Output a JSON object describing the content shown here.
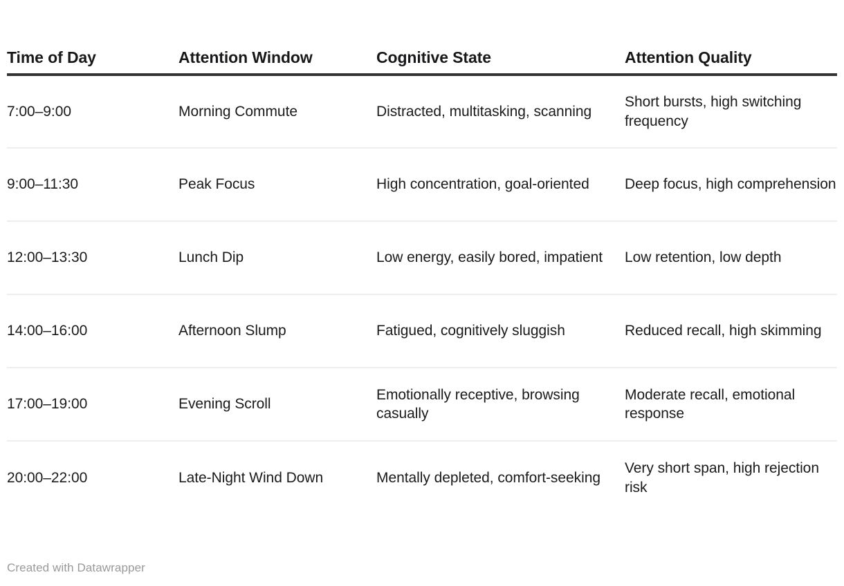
{
  "chart_data": {
    "type": "table",
    "title": "",
    "columns": [
      "Time of Day",
      "Attention Window",
      "Cognitive State",
      "Attention Quality"
    ],
    "rows": [
      [
        "7:00–9:00",
        "Morning Commute",
        "Distracted, multitasking, scanning",
        "Short bursts, high switching frequency"
      ],
      [
        "9:00–11:30",
        "Peak Focus",
        "High concentration, goal-oriented",
        "Deep focus, high comprehension"
      ],
      [
        "12:00–13:30",
        "Lunch Dip",
        "Low energy, easily bored, impatient",
        "Low retention, low depth"
      ],
      [
        "14:00–16:00",
        "Afternoon Slump",
        "Fatigued, cognitively sluggish",
        "Reduced recall, high skimming"
      ],
      [
        "17:00–19:00",
        "Evening Scroll",
        "Emotionally receptive, browsing casually",
        "Moderate recall, emotional response"
      ],
      [
        "20:00–22:00",
        "Late-Night Wind Down",
        "Mentally depleted, comfort-seeking",
        "Very short span, high rejection risk"
      ]
    ],
    "legend": [],
    "grid": false,
    "row_count": 6,
    "column_count": 4
  },
  "table": {
    "header": {
      "time_of_day": "Time of Day",
      "attention_window": "Attention Window",
      "cognitive_state": "Cognitive State",
      "attention_quality": "Attention Quality"
    },
    "rows": [
      {
        "time_of_day": "7:00–9:00",
        "attention_window": "Morning Commute",
        "cognitive_state": "Distracted, multitasking, scanning",
        "attention_quality": "Short bursts, high switching frequency"
      },
      {
        "time_of_day": "9:00–11:30",
        "attention_window": "Peak Focus",
        "cognitive_state": "High concentration, goal-oriented",
        "attention_quality": "Deep focus, high comprehension"
      },
      {
        "time_of_day": "12:00–13:30",
        "attention_window": "Lunch Dip",
        "cognitive_state": "Low energy, easily bored, impatient",
        "attention_quality": "Low retention, low depth"
      },
      {
        "time_of_day": "14:00–16:00",
        "attention_window": "Afternoon Slump",
        "cognitive_state": "Fatigued, cognitively sluggish",
        "attention_quality": "Reduced recall, high skimming"
      },
      {
        "time_of_day": "17:00–19:00",
        "attention_window": "Evening Scroll",
        "cognitive_state": "Emotionally receptive, browsing casually",
        "attention_quality": "Moderate recall, emotional response"
      },
      {
        "time_of_day": "20:00–22:00",
        "attention_window": "Late-Night Wind Down",
        "cognitive_state": "Mentally depleted, comfort-seeking",
        "attention_quality": "Very short span, high rejection risk"
      }
    ]
  },
  "footer": {
    "credit": "Created with Datawrapper"
  },
  "colors": {
    "background": "#ffffff",
    "header_text": "#18181a",
    "body_text": "#1a1a1a",
    "header_rule": "#333333",
    "row_rule": "#eeeeee",
    "credit_text": "#999999"
  }
}
